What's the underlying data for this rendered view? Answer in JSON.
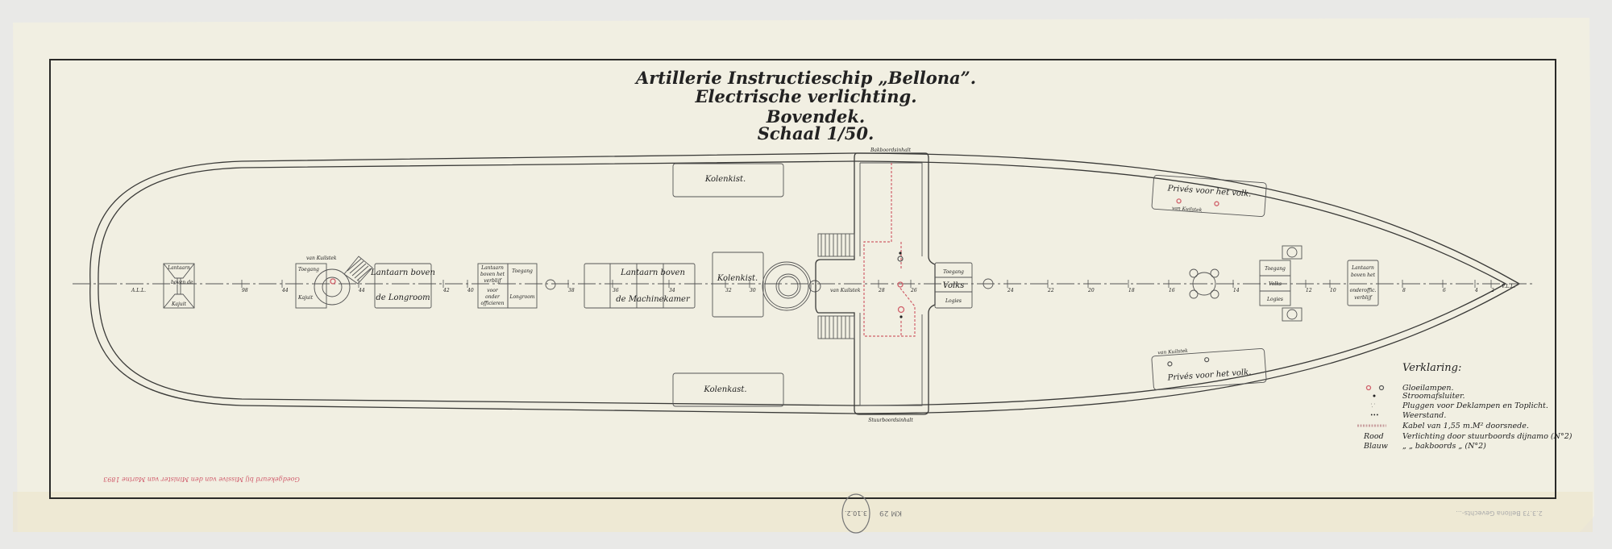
{
  "title": {
    "line1": "Artillerie Instructieschip „Bellona”.",
    "line2": "Electrische verlichting.",
    "line3": "Bovendek.",
    "line4": "Schaal 1/50."
  },
  "labels": {
    "kolenkist_top": "Kolenkist.",
    "kolenkast_bottom": "Kolenkast.",
    "kolenkist_center": "Kolenkist.",
    "machinekamer_1": "Lantaarn boven",
    "machinekamer_2": "de Machinekamer",
    "longroom_1": "Lantaarn boven",
    "longroom_2": "de Longroom",
    "onderoff_1": "Lantaarn",
    "onderoff_2": "boven het",
    "onderoff_3": "verblijf",
    "onderoff_4": "voor",
    "onderoff_5": "onder",
    "onderoff_6": "officieren",
    "toegang_longroom_1": "Toegang",
    "toegang_longroom_2": "Longroom",
    "toegang_kajuit_1": "Toegang",
    "toegang_kajuit_2": "Kajuit",
    "van_kuilstek": "van Kuilstek",
    "stern_box_1": "Lantaarn",
    "stern_box_2": "boven de",
    "stern_box_3": "Kajuit",
    "bakboordsinhalt": "Bakboordsinhalt",
    "stuurboordsinhalt": "Stuurboordsinhalt",
    "toegang_volks_1": "Toegang",
    "toegang_volks_2": "Volks",
    "toegang_volks_3": "Logies",
    "prives_top": "Privés voor het volk.",
    "prives_bottom": "Privés voor het volk.",
    "bow_box_1": "Lantaarn",
    "bow_box_2": "boven het",
    "bow_box_3": "onderoffic.",
    "bow_box_4": "verblijf",
    "a_l_l": "A.L.L.",
    "v_l_l": "V.L.L."
  },
  "stations": [
    "98",
    "44",
    "44",
    "42",
    "40",
    "38",
    "36",
    "34",
    "32",
    "30",
    "28",
    "26",
    "24",
    "22",
    "20",
    "18",
    "16",
    "14",
    "12",
    "10",
    "8",
    "6",
    "4",
    "2"
  ],
  "legend": {
    "title": "Verklaring:",
    "items": [
      "Gloeilampen.",
      "Stroomafsluiter.",
      "Pluggen voor Deklampen en Toplicht.",
      "Weerstand.",
      "Kabel van 1,55 m.M² doorsnede."
    ],
    "rood_key": "Rood",
    "rood_text": "Verlichting door stuurboords dijnamo (N°2)",
    "blauw_key": "Blauw",
    "blauw_text": "„ „ bakboords „ (N°2)"
  },
  "annotation_red": "Goedgekeurd bij Missive van den Minister van Marine 1893",
  "stamp": "3.10.2.",
  "archive_mark": "KM 29",
  "pencil_note": "2.3.?3  Bellona  Gevechts-...",
  "colors": {
    "paper": "#f1efe2",
    "ink": "#3a3a38",
    "red": "#d0606a"
  }
}
